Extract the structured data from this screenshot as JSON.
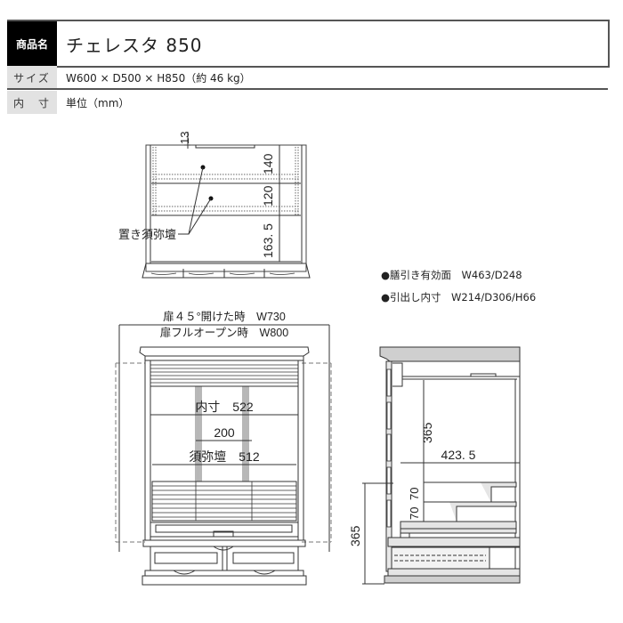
{
  "spec": {
    "product_name_label": "商品名",
    "product_name": "チェレスタ 850",
    "size_label": "サイズ",
    "size_value": "W600 × D500 × H850（約 46 kg）",
    "inner_label": "内　寸",
    "inner_value": "単位（mm）"
  },
  "top_view": {
    "dim_13": "13",
    "dim_140": "140",
    "dim_120": "120",
    "dim_163_5": "163. 5",
    "callout_label": "置き須弥壇"
  },
  "notes": [
    {
      "text": "●膳引き有効面　W463/D248"
    },
    {
      "text": "●引出し内寸　W214/D306/H66"
    }
  ],
  "front_view": {
    "door_45": "扉４５°開けた時　W730",
    "door_full": "扉フルオープン時　W800",
    "inner_width": "内寸　522",
    "center_width": "200",
    "sumidan_width": "須弥壇　512"
  },
  "side_view": {
    "dim_365_upper": "365",
    "dim_423_5": "423. 5",
    "dim_70_a": "70",
    "dim_70_b": "70",
    "dim_365_lower": "365"
  },
  "colors": {
    "header_black": "#000000",
    "label_gray": "#e2e2e2",
    "border": "#555555",
    "line": "#333333",
    "fill_gray": "#cfcfcf"
  }
}
